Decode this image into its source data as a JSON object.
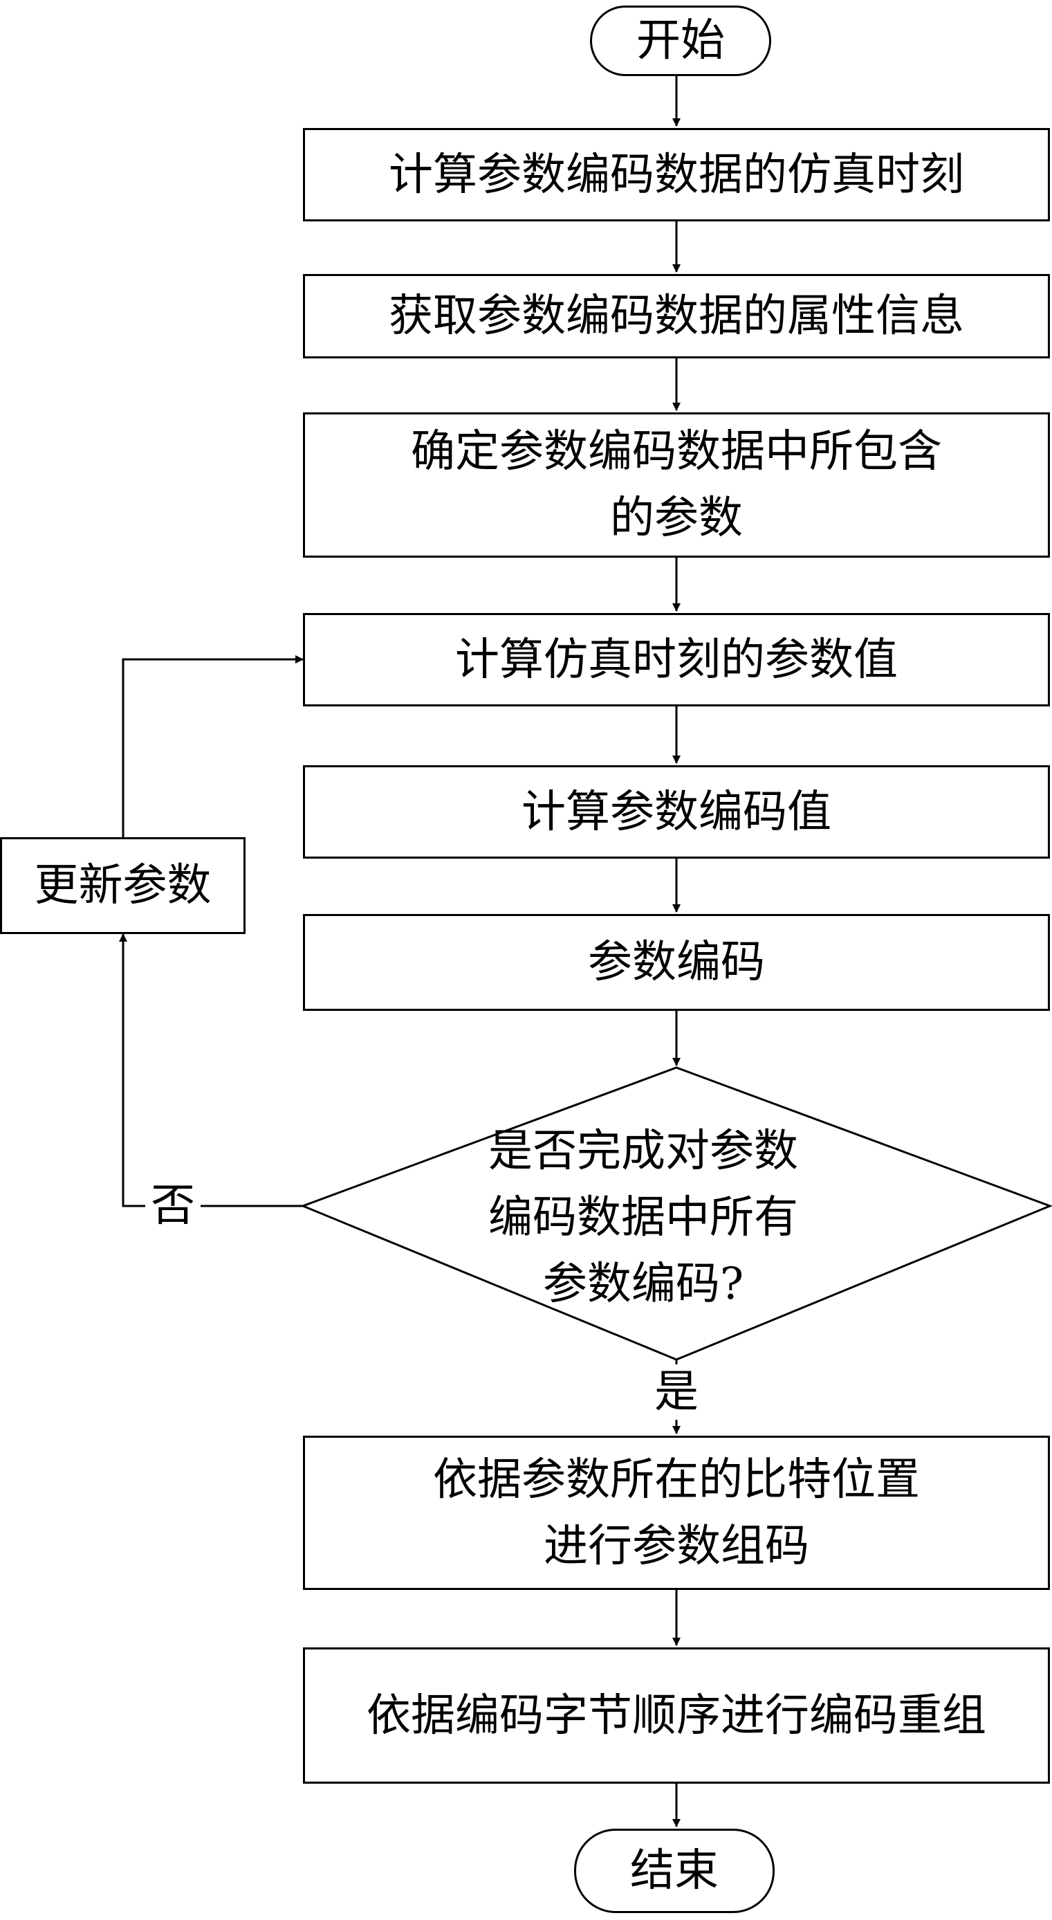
{
  "nodes": {
    "start": "开始",
    "step1": "计算参数编码数据的仿真时刻",
    "step2": "获取参数编码数据的属性信息",
    "step3": {
      "line1": "确定参数编码数据中所包含",
      "line2": "的参数"
    },
    "step4": "计算仿真时刻的参数值",
    "step5": "计算参数编码值",
    "step6": "参数编码",
    "decision": {
      "line1": "是否完成对参数",
      "line2": "编码数据中所有",
      "line3": "参数编码?"
    },
    "update": "更新参数",
    "step7": {
      "line1": "依据参数所在的比特位置",
      "line2": "进行参数组码"
    },
    "step8": "依据编码字节顺序进行编码重组",
    "end": "结束"
  },
  "edge_labels": {
    "no": "否",
    "yes": "是"
  },
  "colors": {
    "stroke": "#000000",
    "background": "#ffffff"
  }
}
